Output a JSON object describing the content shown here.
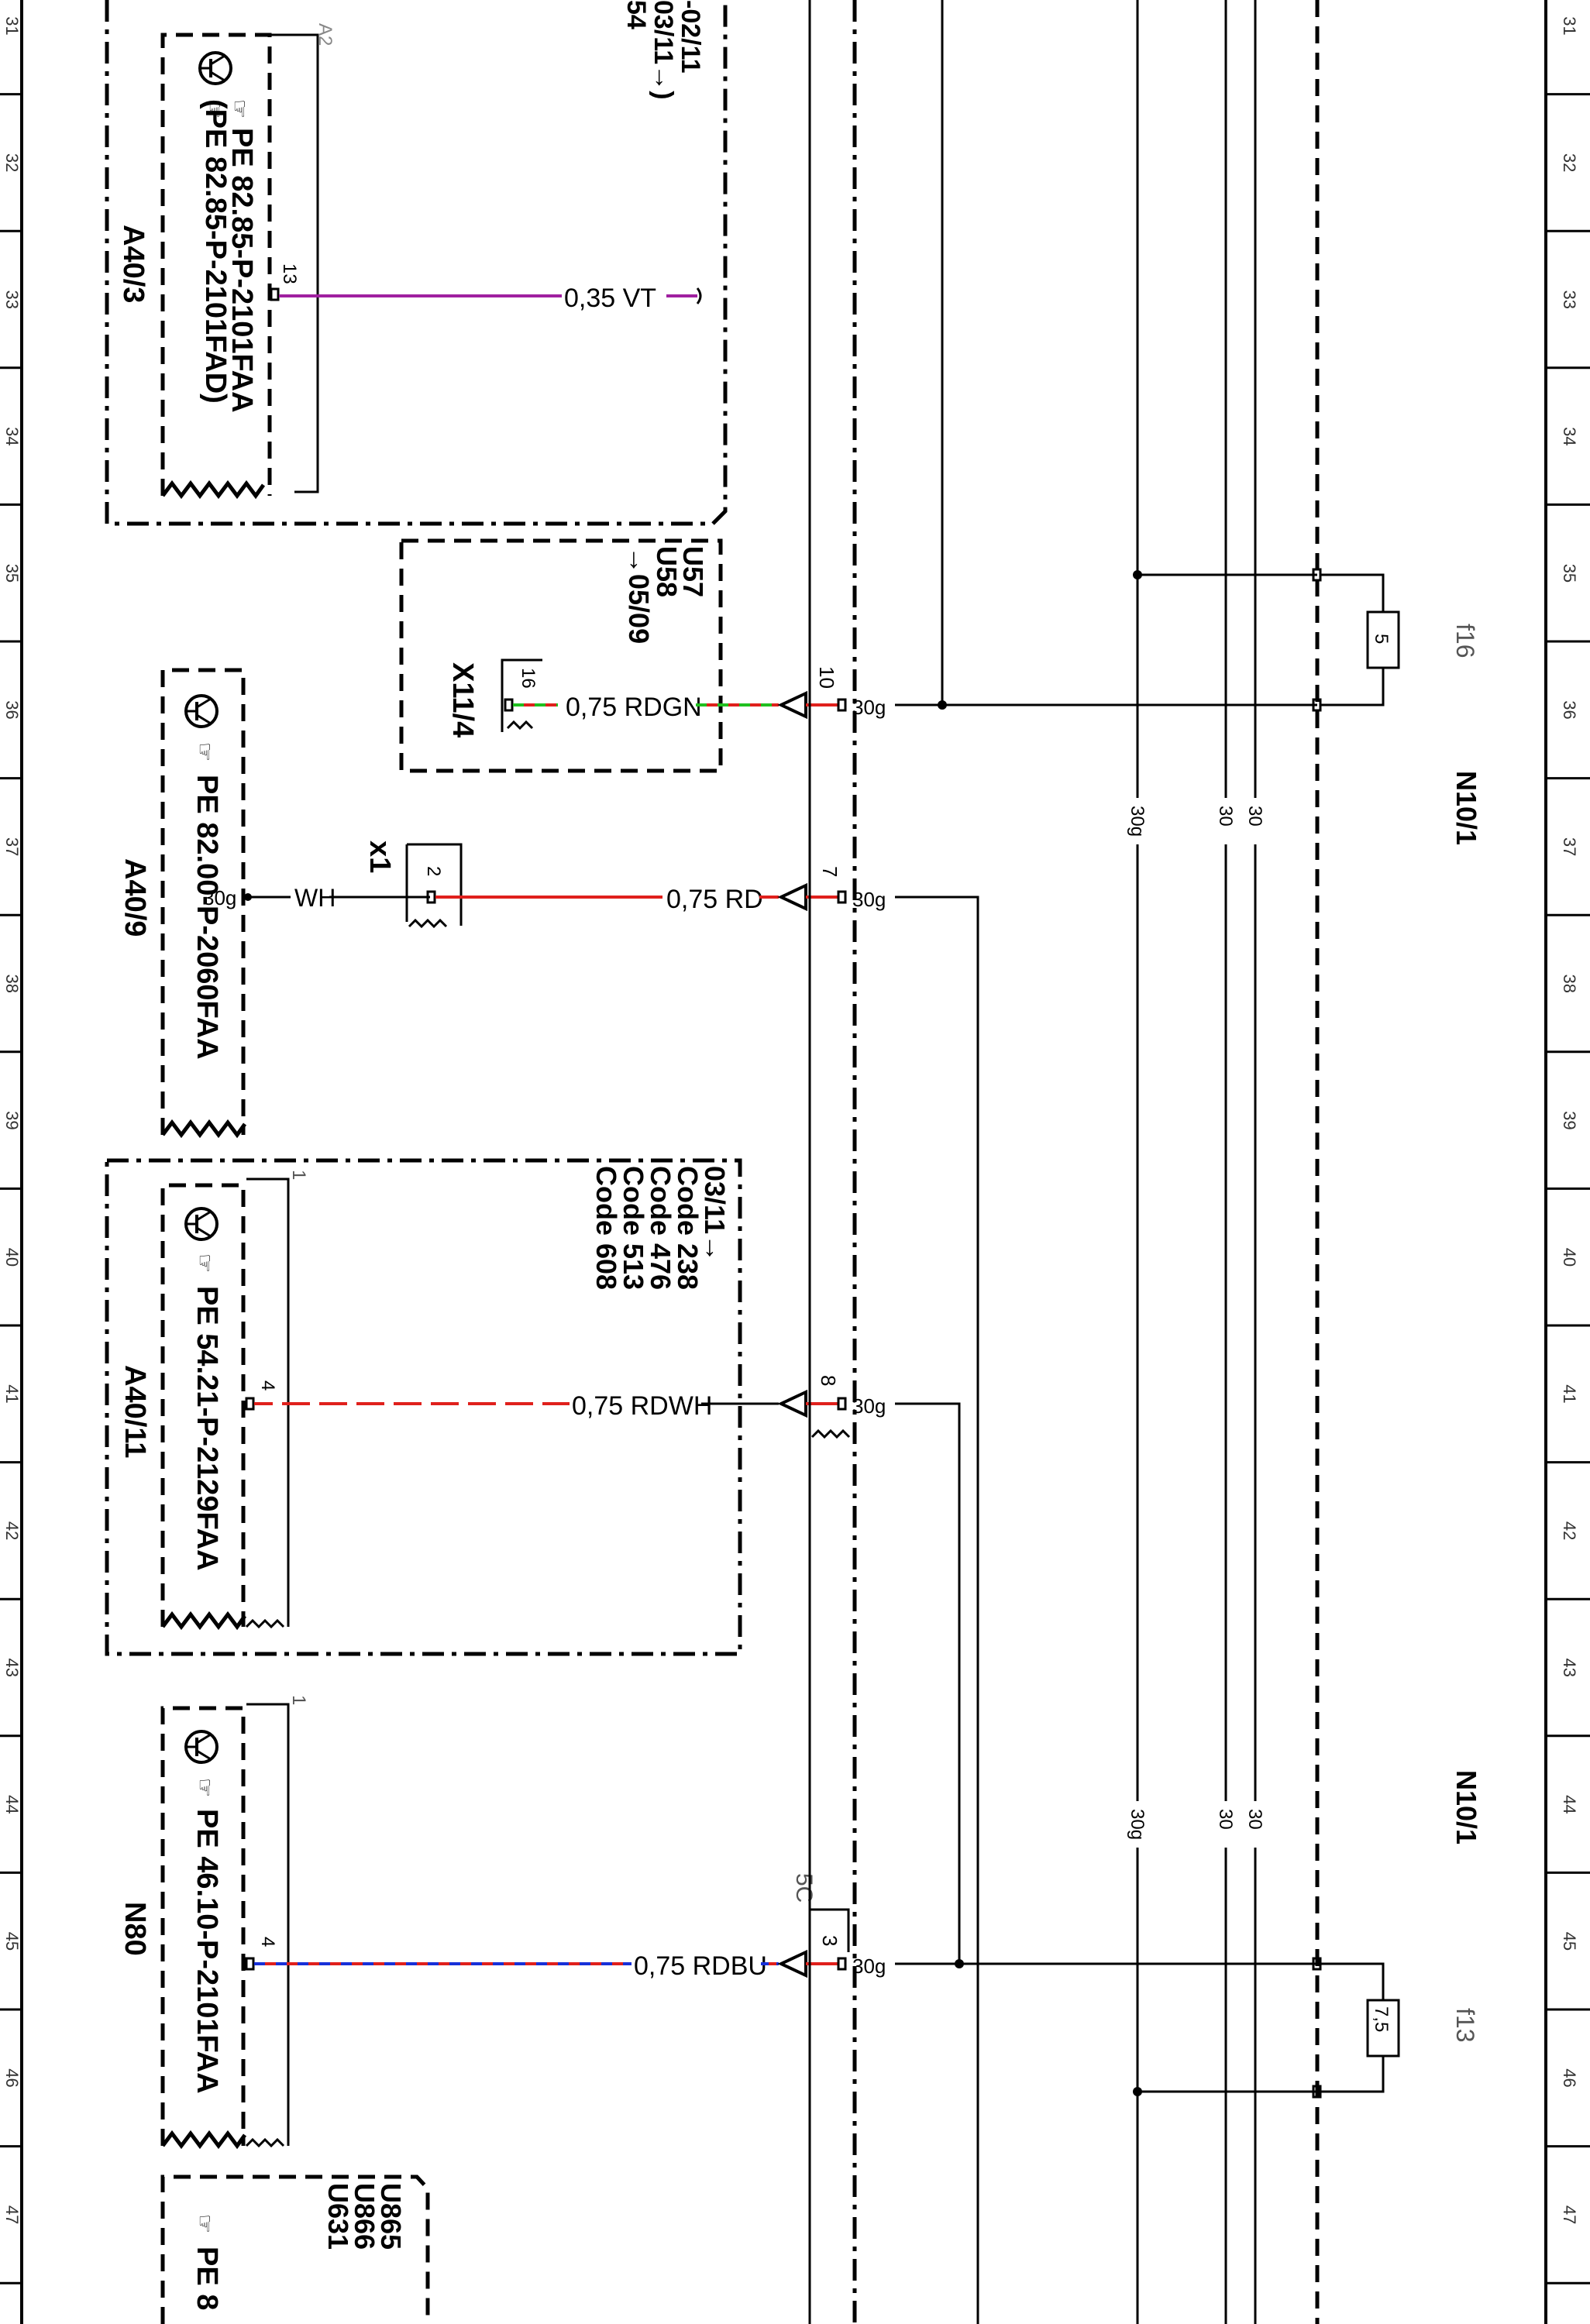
{
  "grid": {
    "row_numbers": [
      "31",
      "32",
      "33",
      "34",
      "35",
      "36",
      "37",
      "38",
      "39",
      "40",
      "41",
      "42",
      "43",
      "44",
      "45",
      "46",
      "47"
    ]
  },
  "modules": {
    "top_partial": {
      "label": "A2",
      "note_1": "-02/11",
      "note_2": "03/11→)",
      "note_3": "54"
    },
    "a40_3": {
      "name": "A40/3",
      "ref_1": "PE 82.85-P-2101FAA",
      "ref_2": "(PE 82.85-P-2101FAD)",
      "pin": "13",
      "wire_label": "0,35 VT"
    },
    "x11_4": {
      "name": "X11/4",
      "variant_1": "U57",
      "variant_2": "U58",
      "variant_3": "→05/09",
      "pin": "16",
      "wire_label": "0,75 RDGN",
      "conn_pin": "10",
      "terminal": "30g"
    },
    "a40_9": {
      "name": "A40/9",
      "ref": "PE 82.00-P-2060FAA",
      "terminal": "30g",
      "wh_label": "WH",
      "connector_name": "x1",
      "connector_pin": "2",
      "wire_label": "0,75 RD",
      "conn_pin": "7",
      "out_terminal": "30g"
    },
    "a40_11": {
      "name": "A40/11",
      "ref": "PE 54.21-P-2129FAA",
      "note": "03/11→",
      "codes": [
        "Code 238",
        "Code 476",
        "Code 513",
        "Code 608"
      ],
      "pin_top": "1",
      "pin": "4",
      "wire_label": "0,75 RDWH",
      "conn_pin": "8",
      "terminal": "30g"
    },
    "n80": {
      "name": "N80",
      "ref": "PE 46.10-P-2101FAA",
      "pin_top": "1",
      "pin": "4",
      "wire_label": "0,75 RDBU",
      "conn_group": "5C",
      "conn_pin": "3",
      "terminal": "30g"
    },
    "bottom_partial": {
      "variant_1": "U865",
      "variant_2": "U866",
      "variant_3": "U631",
      "ref": "PE 8"
    }
  },
  "fusebox": {
    "name_top": "N10/1",
    "name_bottom": "N10/1",
    "fuse_f16": {
      "id": "f16",
      "rating": "5"
    },
    "fuse_f13": {
      "id": "f13",
      "rating": "7,5"
    },
    "bus_labels": [
      "30g",
      "30",
      "30"
    ]
  },
  "colors": {
    "violet": "#a020a0",
    "red": "#e0201c",
    "green": "#20c020",
    "white": "#ffffff",
    "blue": "#1830d8",
    "black": "#000000"
  }
}
